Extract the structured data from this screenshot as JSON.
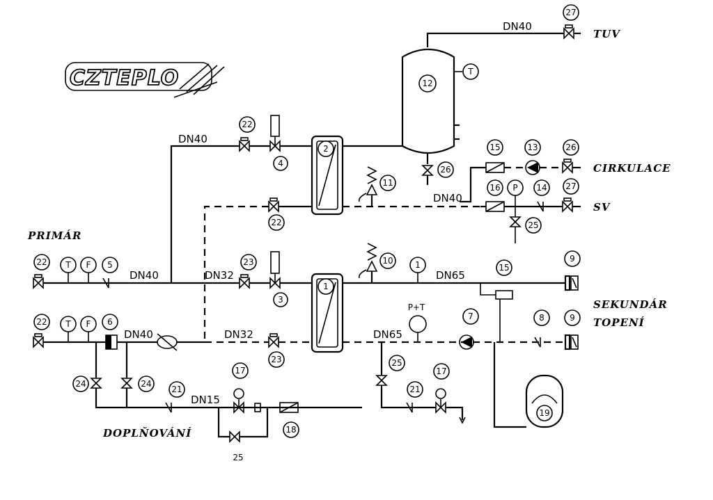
{
  "logo": {
    "brand": "CZTEPLO"
  },
  "sides": {
    "primar": "PRIMÁR",
    "sekundar_1": "SEKUNDÁR",
    "sekundar_2": "TOPENÍ",
    "tuv": "TUV",
    "cirkulace": "CIRKULACE",
    "sv": "SV",
    "doplnovani": "DOPLŇOVÁNÍ"
  },
  "pipe_sizes": {
    "top_tuv": "DN40",
    "top_vertical": "DN40",
    "dhw_return": "DN40",
    "primary_supply": "DN40",
    "primary_supply_2": "DN32",
    "primary_return": "DN40",
    "primary_return_2": "DN32",
    "secondary_supply": "DN65",
    "secondary_return": "DN65",
    "fill_line": "DN15"
  },
  "instruments": {
    "thermometer": "T",
    "flow": "F",
    "pressure": "P",
    "pt": "P+T"
  },
  "component_numbers": {
    "n1": "1",
    "n2": "2",
    "n3": "3",
    "n4": "4",
    "n5": "5",
    "n6": "6",
    "n7": "7",
    "n8": "8",
    "n9": "9",
    "n10": "10",
    "n11": "11",
    "n12": "12",
    "n13": "13",
    "n14": "14",
    "n15": "15",
    "n16": "16",
    "n17": "17",
    "n18": "18",
    "n19": "19",
    "n21": "21",
    "n22": "22",
    "n23": "23",
    "n24": "24",
    "n25": "25",
    "n26": "26",
    "n27": "27"
  },
  "colors": {
    "line": "#000000",
    "background": "#ffffff"
  }
}
